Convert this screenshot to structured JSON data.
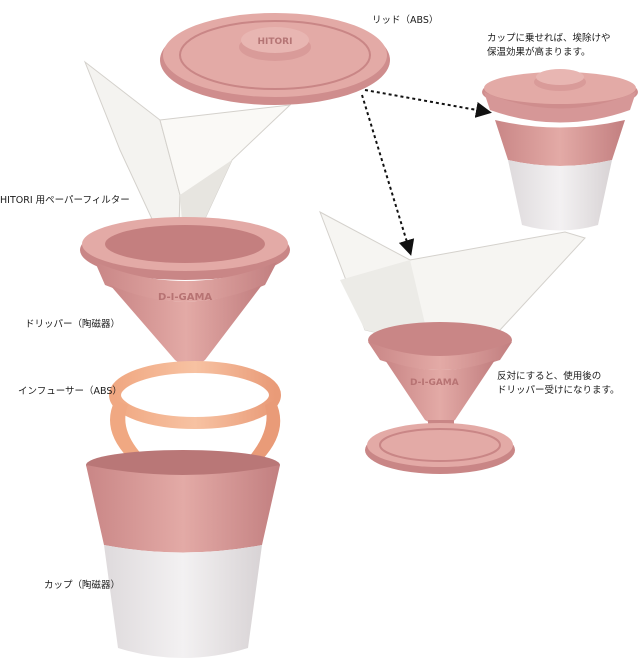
{
  "labels": {
    "lid": "リッド（ABS）",
    "cup_note_line1": "カップに乗せれば、埃除けや",
    "cup_note_line2": "保温効果が高まります。",
    "filter": "HITORI 用ペーパーフィルター",
    "dripper": "ドリッパー（陶磁器）",
    "infuser": "インフューサー（ABS）",
    "flip_note_line1": "反対にすると、使用後の",
    "flip_note_line2": "ドリッパー受けになります。",
    "cup": "カップ（陶磁器）"
  },
  "embossing": {
    "lid_logo": "HITORI",
    "dripper_logo": "D-I-GAMA",
    "dripper_logo_right": "D-I-GAMA"
  },
  "colors": {
    "pink": "#d79a9a",
    "pink_dark": "#b97777",
    "pink_light": "#e6b4b0",
    "peach": "#f2b18e",
    "cup_white": "#ece9ea",
    "paper": "#f7f6f3"
  }
}
